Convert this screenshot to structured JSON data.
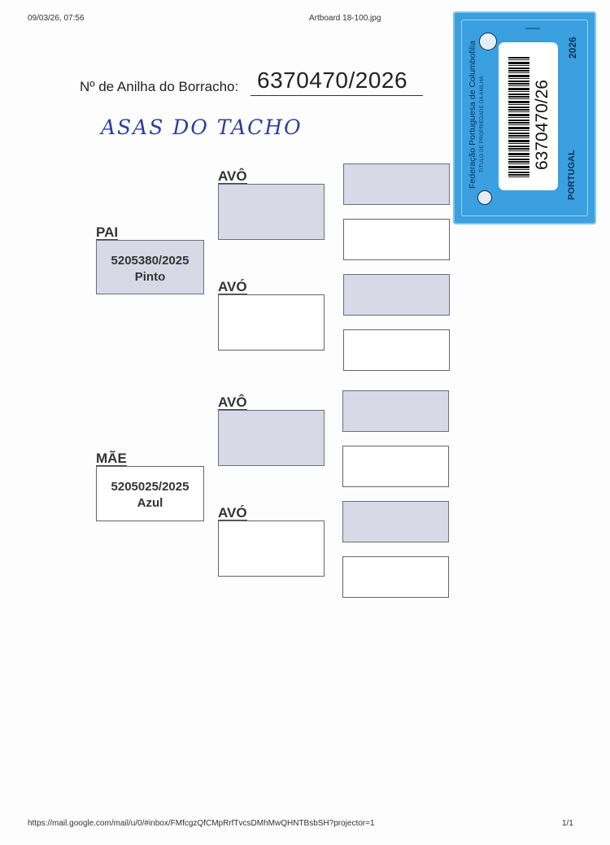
{
  "print_header": {
    "datetime": "09/03/26, 07:56",
    "title": "Artboard 18-100.jpg"
  },
  "ring": {
    "label": "Nº de Anilha do Borracho:",
    "number": "6370470/2026"
  },
  "handwritten_name": "ASAS DO TACHO",
  "pedigree": {
    "father": {
      "label": "PAI",
      "ring": "5205380/2025",
      "color": "Pinto"
    },
    "mother": {
      "label": "MÃE",
      "ring": "5205025/2025",
      "color": "Azul"
    },
    "grandparent_labels": [
      "AVÔ",
      "AVÓ",
      "AVÔ",
      "AVÓ"
    ]
  },
  "ring_card": {
    "federation": "Federação Portuguesa de Columbofilia",
    "subtitle": "TITULO DE PROPRIEDADE DA ANILHA",
    "year": "2026",
    "country": "PORTUGAL",
    "number": "6370470/26",
    "colors": {
      "card": "#3aa0df",
      "ink": "#0f2f57"
    }
  },
  "print_footer": {
    "url": "https://mail.google.com/mail/u/0/#inbox/FMfcgzQfCMpRrfTvcsDMhMwQHNTBsbSH?projector=1",
    "page": "1/1"
  }
}
